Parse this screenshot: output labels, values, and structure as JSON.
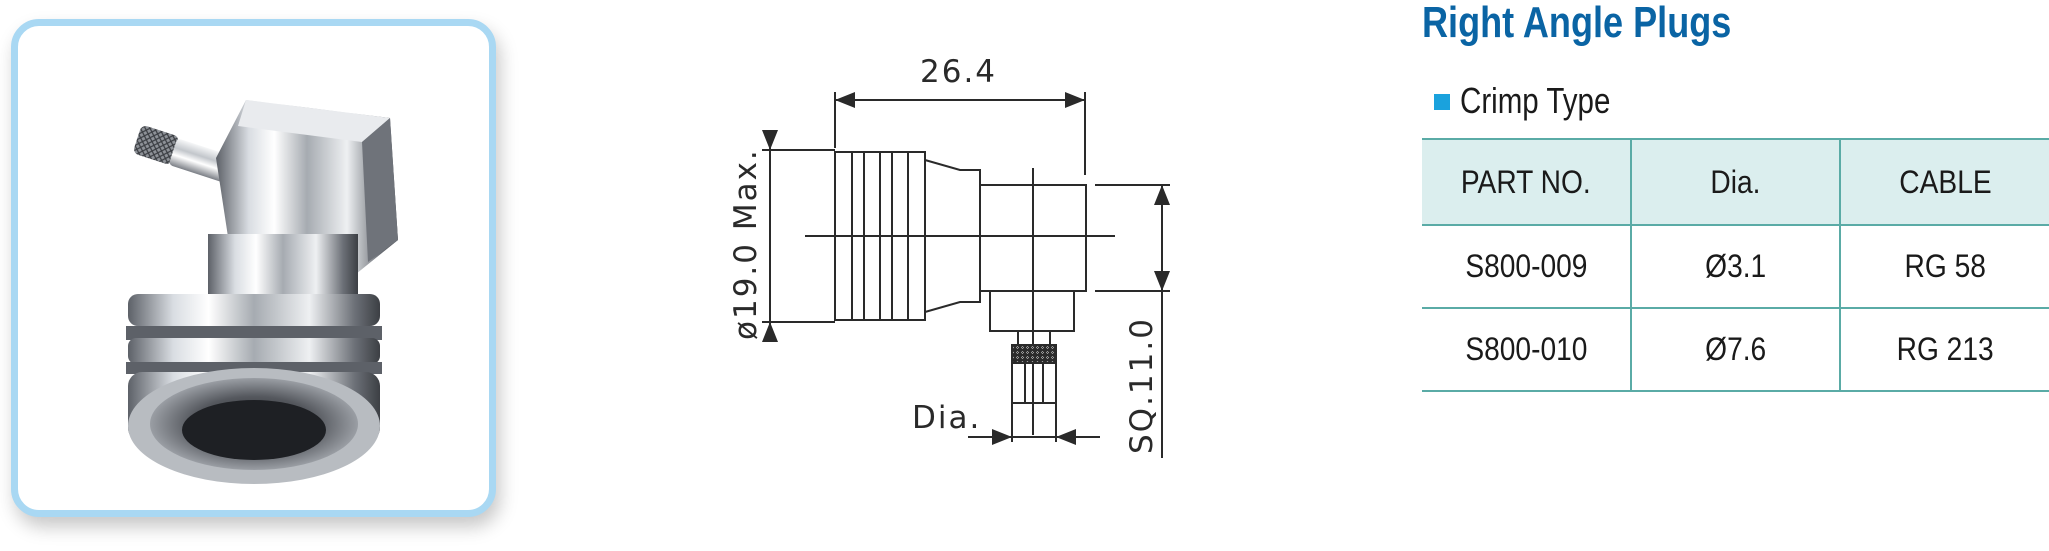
{
  "title": "Right Angle Plugs",
  "section": {
    "label": "Crimp Type",
    "bullet_color": "#1aa2dd"
  },
  "drawing": {
    "labels": {
      "length": "26.4",
      "diameter": "ø19.0 Max.",
      "square": "SQ.11.0",
      "dia": "Dia."
    }
  },
  "table": {
    "headers": [
      "PART NO.",
      "Dia.",
      "CABLE"
    ],
    "rows": [
      [
        "S800-009",
        "Ø3.1",
        "RG 58"
      ],
      [
        "S800-010",
        "Ø7.6",
        "RG 213"
      ]
    ]
  },
  "colors": {
    "title": "#0a64a4",
    "card_border": "#a9d8f3",
    "table_header_bg": "#dbeeee",
    "table_lines": "#5aaba6"
  }
}
